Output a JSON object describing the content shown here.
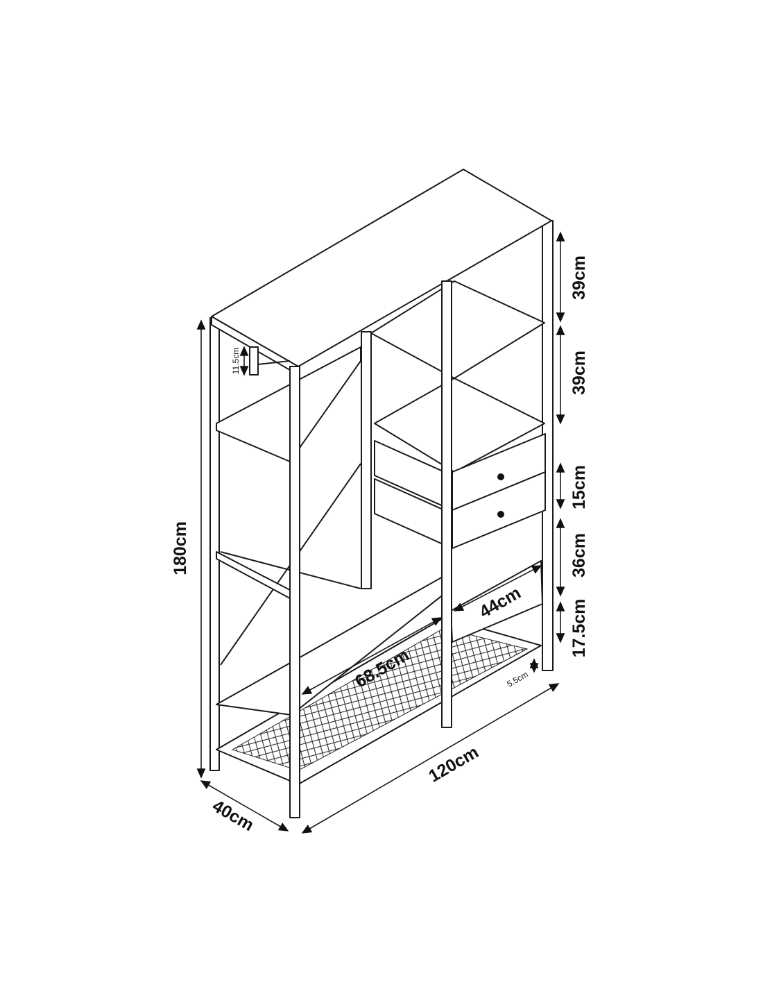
{
  "title": "Wardrobe dimension diagram",
  "dimensions": {
    "height_total": "180cm",
    "width_total": "120cm",
    "depth": "40cm",
    "shelf_top_1": "39cm",
    "shelf_top_2": "39cm",
    "drawer": "15cm",
    "shelf_lower": "36cm",
    "shelf_bottom": "17.5cm",
    "hanging_rail_drop": "11.5cm",
    "mesh_height": "5.5cm",
    "hanging_width": "68.5cm",
    "shelf_width": "44cm"
  }
}
